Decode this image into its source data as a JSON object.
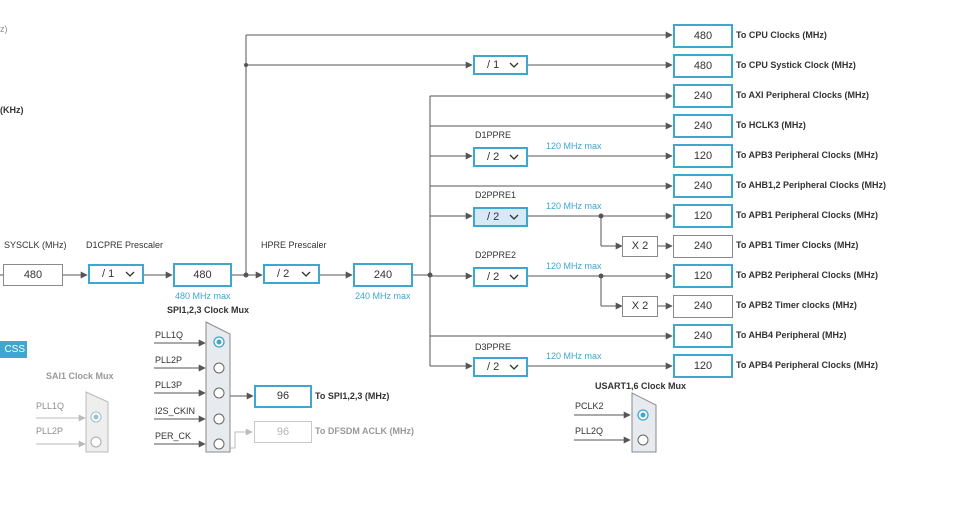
{
  "left_clip": {
    "top_fragment": "z)",
    "khz_fragment": "(KHz)",
    "css_button": "CSS"
  },
  "sysclk": {
    "label": "SYSCLK (MHz)",
    "value": "480"
  },
  "d1cpre": {
    "label": "D1CPRE Prescaler",
    "value": "/ 1"
  },
  "d1cpre_out": {
    "value": "480",
    "max": "480 MHz max"
  },
  "hpre": {
    "label": "HPRE Prescaler",
    "value": "/ 2"
  },
  "hpre_out": {
    "value": "240",
    "max": "240 MHz max"
  },
  "systick_div": {
    "value": "/ 1"
  },
  "d1ppre": {
    "label": "D1PPRE",
    "value": "/ 2",
    "max": "120 MHz max"
  },
  "d2ppre1": {
    "label": "D2PPRE1",
    "value": "/ 2",
    "max": "120 MHz max"
  },
  "d2ppre2": {
    "label": "D2PPRE2",
    "value": "/ 2",
    "max": "120 MHz max"
  },
  "d3ppre": {
    "label": "D3PPRE",
    "value": "/ 2",
    "max": "120 MHz max"
  },
  "x2_label": "X 2",
  "outputs": [
    {
      "value": "480",
      "label": "To CPU Clocks (MHz)"
    },
    {
      "value": "480",
      "label": "To CPU Systick Clock (MHz)"
    },
    {
      "value": "240",
      "label": "To AXI Peripheral Clocks (MHz)"
    },
    {
      "value": "240",
      "label": "To HCLK3 (MHz)"
    },
    {
      "value": "120",
      "label": "To APB3 Peripheral Clocks (MHz)"
    },
    {
      "value": "240",
      "label": "To AHB1,2 Peripheral Clocks (MHz)"
    },
    {
      "value": "120",
      "label": "To APB1 Peripheral Clocks (MHz)"
    },
    {
      "value": "240",
      "label": "To APB1 Timer Clocks (MHz)"
    },
    {
      "value": "120",
      "label": "To APB2 Peripheral Clocks (MHz)"
    },
    {
      "value": "240",
      "label": "To APB2 Timer clocks (MHz)"
    },
    {
      "value": "240",
      "label": "To AHB4 Peripheral (MHz)"
    },
    {
      "value": "120",
      "label": "To APB4 Peripheral Clocks (MHz)"
    }
  ],
  "spi_mux": {
    "title": "SPI1,2,3 Clock Mux",
    "inputs": [
      "PLL1Q",
      "PLL2P",
      "PLL3P",
      "I2S_CKIN",
      "PER_CK"
    ],
    "output_value": "96",
    "output_label": "To SPI1,2,3 (MHz)"
  },
  "dfsdm": {
    "value": "96",
    "label": "To DFSDM ACLK (MHz)"
  },
  "sai1_mux": {
    "title": "SAI1 Clock Mux",
    "inputs": [
      "PLL1Q",
      "PLL2P"
    ]
  },
  "usart_mux": {
    "title": "USART1,6 Clock Mux",
    "inputs": [
      "PCLK2",
      "PLL2Q"
    ]
  },
  "colors": {
    "accent": "#3fa6cf",
    "line": "#555555",
    "disabled": "#c8c8c8"
  }
}
